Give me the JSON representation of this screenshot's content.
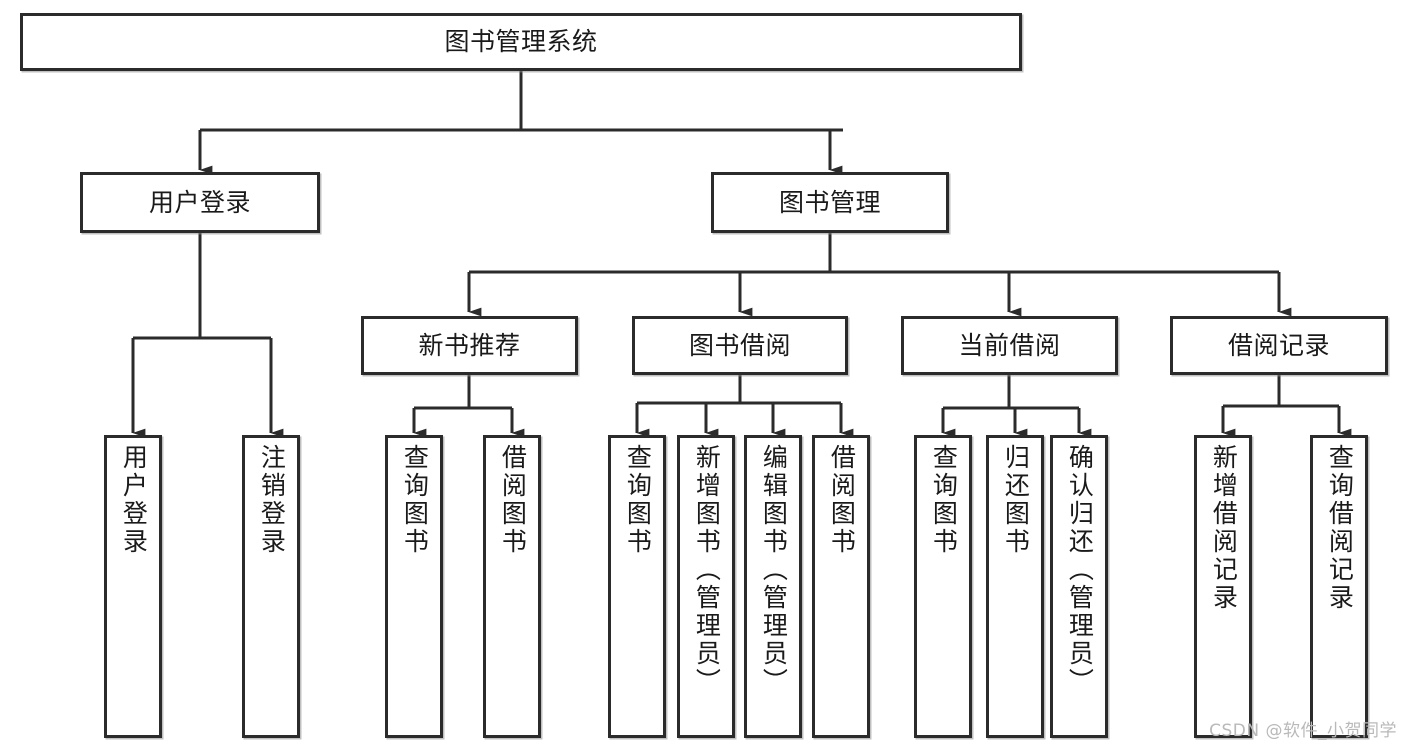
{
  "diagram": {
    "title": "图书管理系统",
    "type": "hierarchy-tree",
    "orientation": "top-down",
    "box_fill": "#ffffff",
    "box_stroke": "#2b2b2b",
    "connector_color": "#2b2b2b"
  },
  "nodes": {
    "root": {
      "label": "图书管理系统",
      "level": 0
    },
    "l1": [
      {
        "id": "user_login",
        "label": "用户登录"
      },
      {
        "id": "book_mgmt",
        "label": "图书管理"
      }
    ],
    "l2": [
      {
        "id": "new_book_rec",
        "label": "新书推荐",
        "parent": "book_mgmt"
      },
      {
        "id": "book_borrow",
        "label": "图书借阅",
        "parent": "book_mgmt"
      },
      {
        "id": "current_borrow",
        "label": "当前借阅",
        "parent": "book_mgmt"
      },
      {
        "id": "borrow_record",
        "label": "借阅记录",
        "parent": "book_mgmt"
      }
    ],
    "leaves": [
      {
        "id": "leaf_user_login",
        "label": "用户登录",
        "parent": "user_login"
      },
      {
        "id": "leaf_logout",
        "label": "注销登录",
        "parent": "user_login"
      },
      {
        "id": "leaf_query_book_1",
        "label": "查询图书",
        "parent": "new_book_rec"
      },
      {
        "id": "leaf_borrow_book_1",
        "label": "借阅图书",
        "parent": "new_book_rec"
      },
      {
        "id": "leaf_query_book_2",
        "label": "查询图书",
        "parent": "book_borrow"
      },
      {
        "id": "leaf_add_book",
        "label": "新增图书（管理员）",
        "parent": "book_borrow"
      },
      {
        "id": "leaf_edit_book",
        "label": "编辑图书（管理员）",
        "parent": "book_borrow"
      },
      {
        "id": "leaf_borrow_book_2",
        "label": "借阅图书",
        "parent": "book_borrow"
      },
      {
        "id": "leaf_query_book_3",
        "label": "查询图书",
        "parent": "current_borrow"
      },
      {
        "id": "leaf_return_book",
        "label": "归还图书",
        "parent": "current_borrow"
      },
      {
        "id": "leaf_confirm_return",
        "label": "确认归还（管理员）",
        "parent": "current_borrow"
      },
      {
        "id": "leaf_add_record",
        "label": "新增借阅记录",
        "parent": "borrow_record"
      },
      {
        "id": "leaf_query_record",
        "label": "查询借阅记录",
        "parent": "borrow_record"
      }
    ]
  },
  "watermark": {
    "text": "CSDN @软件_小贺同学"
  }
}
